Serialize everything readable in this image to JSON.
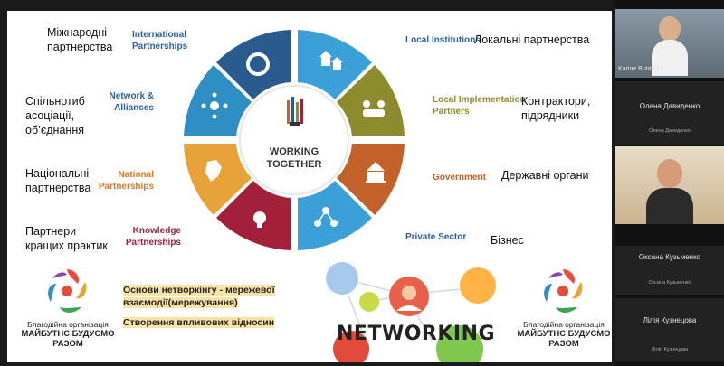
{
  "slide": {
    "left_labels_ua": [
      "Міжнародні партнерства",
      "Спільнотиб асоціації, об’єднання",
      "Національні партнерства",
      "Партнери кращих практик"
    ],
    "left_labels_en": [
      "International Partnerships",
      "Network & Alliances",
      "National Partnerships",
      "Knowledge Partnerships"
    ],
    "right_labels_en": [
      "Local Institutions",
      "Local Implementation Partners",
      "Government",
      "Private Sector"
    ],
    "right_labels_ua": [
      "Локальні партнерства",
      "Контрактори, підрядники",
      "Державні органи",
      "Бізнес"
    ],
    "center_text": [
      "WORKING",
      "TOGETHER"
    ],
    "highlight_lines": [
      "Основи нетворкінгу - мережевої",
      "взаємодії(мережування)",
      "Створення впливових відносин"
    ],
    "networking_title": "NETWORKING",
    "org_name_line1": "Благодійна організація",
    "org_name_line2": "МАЙБУТНЄ БУДУЄМО",
    "org_name_line3": "РАЗОМ",
    "segment_icons": [
      "globe-icon",
      "houses-icon",
      "handshake-icon",
      "government-building-icon",
      "people-network-icon",
      "lightbulb-icon",
      "country-map-icon",
      "network-nodes-icon"
    ],
    "segment_colors": [
      "#2a5b8f",
      "#3b9fd8",
      "#8c8c2e",
      "#c2622a",
      "#3b9fd8",
      "#a3203a",
      "#e8a23a",
      "#2f8fc4"
    ]
  },
  "participants": [
    {
      "name": "Karina Butavina",
      "caption": ""
    },
    {
      "name": "Олена Давиденко",
      "caption": "Олена Давиденко"
    },
    {
      "name": "Оксана Кузьменко",
      "caption": "Оксана Кузьменко"
    },
    {
      "name": "Лілія Кузнецова",
      "caption": "Лілія Кузнецова"
    }
  ]
}
